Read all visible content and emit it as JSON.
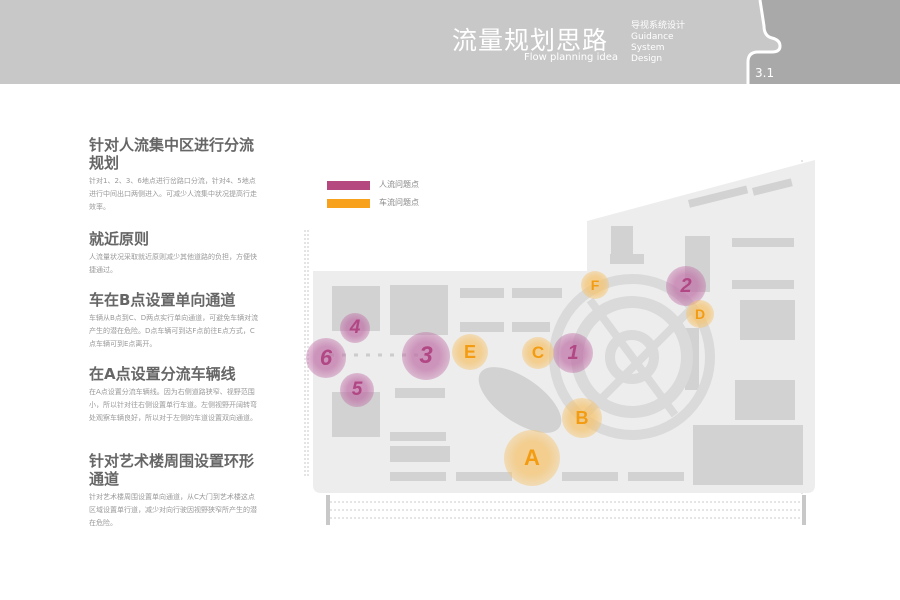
{
  "header": {
    "title": "流量规划思路",
    "subtitle": "Flow planning idea",
    "side_label_cn": "导视系统设计",
    "side_label_en": [
      "Guidance",
      "System",
      "Design"
    ],
    "page_number": "3.1"
  },
  "sections": [
    {
      "heading": "针对人流集中区进行分流规划",
      "body": "针对1、2、3、6地点进行岔路口分流，针对4、5地点进行中间出口两侧进入。可减少人流集中状况提高行走效率。"
    },
    {
      "heading": "就近原则",
      "body": "人流量状况采取就近原则减少其他道路的负担，方便快捷通过。"
    },
    {
      "heading": "车在B点设置单向通道",
      "body": "车辆从B点到C、D两点实行单向通道，可避免车辆对流产生的潜在危险。D点车辆可到达F点前往E点方式，C点车辆可到E点离开。"
    },
    {
      "heading": "在A点设置分流车辆线",
      "body": "在A点设置分流车辆线。因为右侧道路狭窄、视野范围小，所以针对往右侧设置单行车道。左侧视野开阔转弯处观察车辆良好，所以对于左侧的车道设置双向通道。"
    },
    {
      "heading": "针对艺术楼周围设置环形通道",
      "body": "针对艺术楼周围设置单向通道，从C大门到艺术楼这点区域设置单行道，减少对向行驶因视野狭窄所产生的潜在危险。"
    }
  ],
  "legend": [
    {
      "label": "人流问题点",
      "color": "#b5497f"
    },
    {
      "label": "车流问题点",
      "color": "#f7a11c"
    }
  ],
  "markers": {
    "people": [
      "1",
      "2",
      "3",
      "4",
      "5",
      "6"
    ],
    "vehicle": [
      "A",
      "B",
      "C",
      "D",
      "E",
      "F"
    ]
  },
  "colors": {
    "header_bg": "#c8c8c8",
    "header_tab": "#a9a9a9",
    "people": "#b5497f",
    "vehicle": "#f7a11c"
  }
}
